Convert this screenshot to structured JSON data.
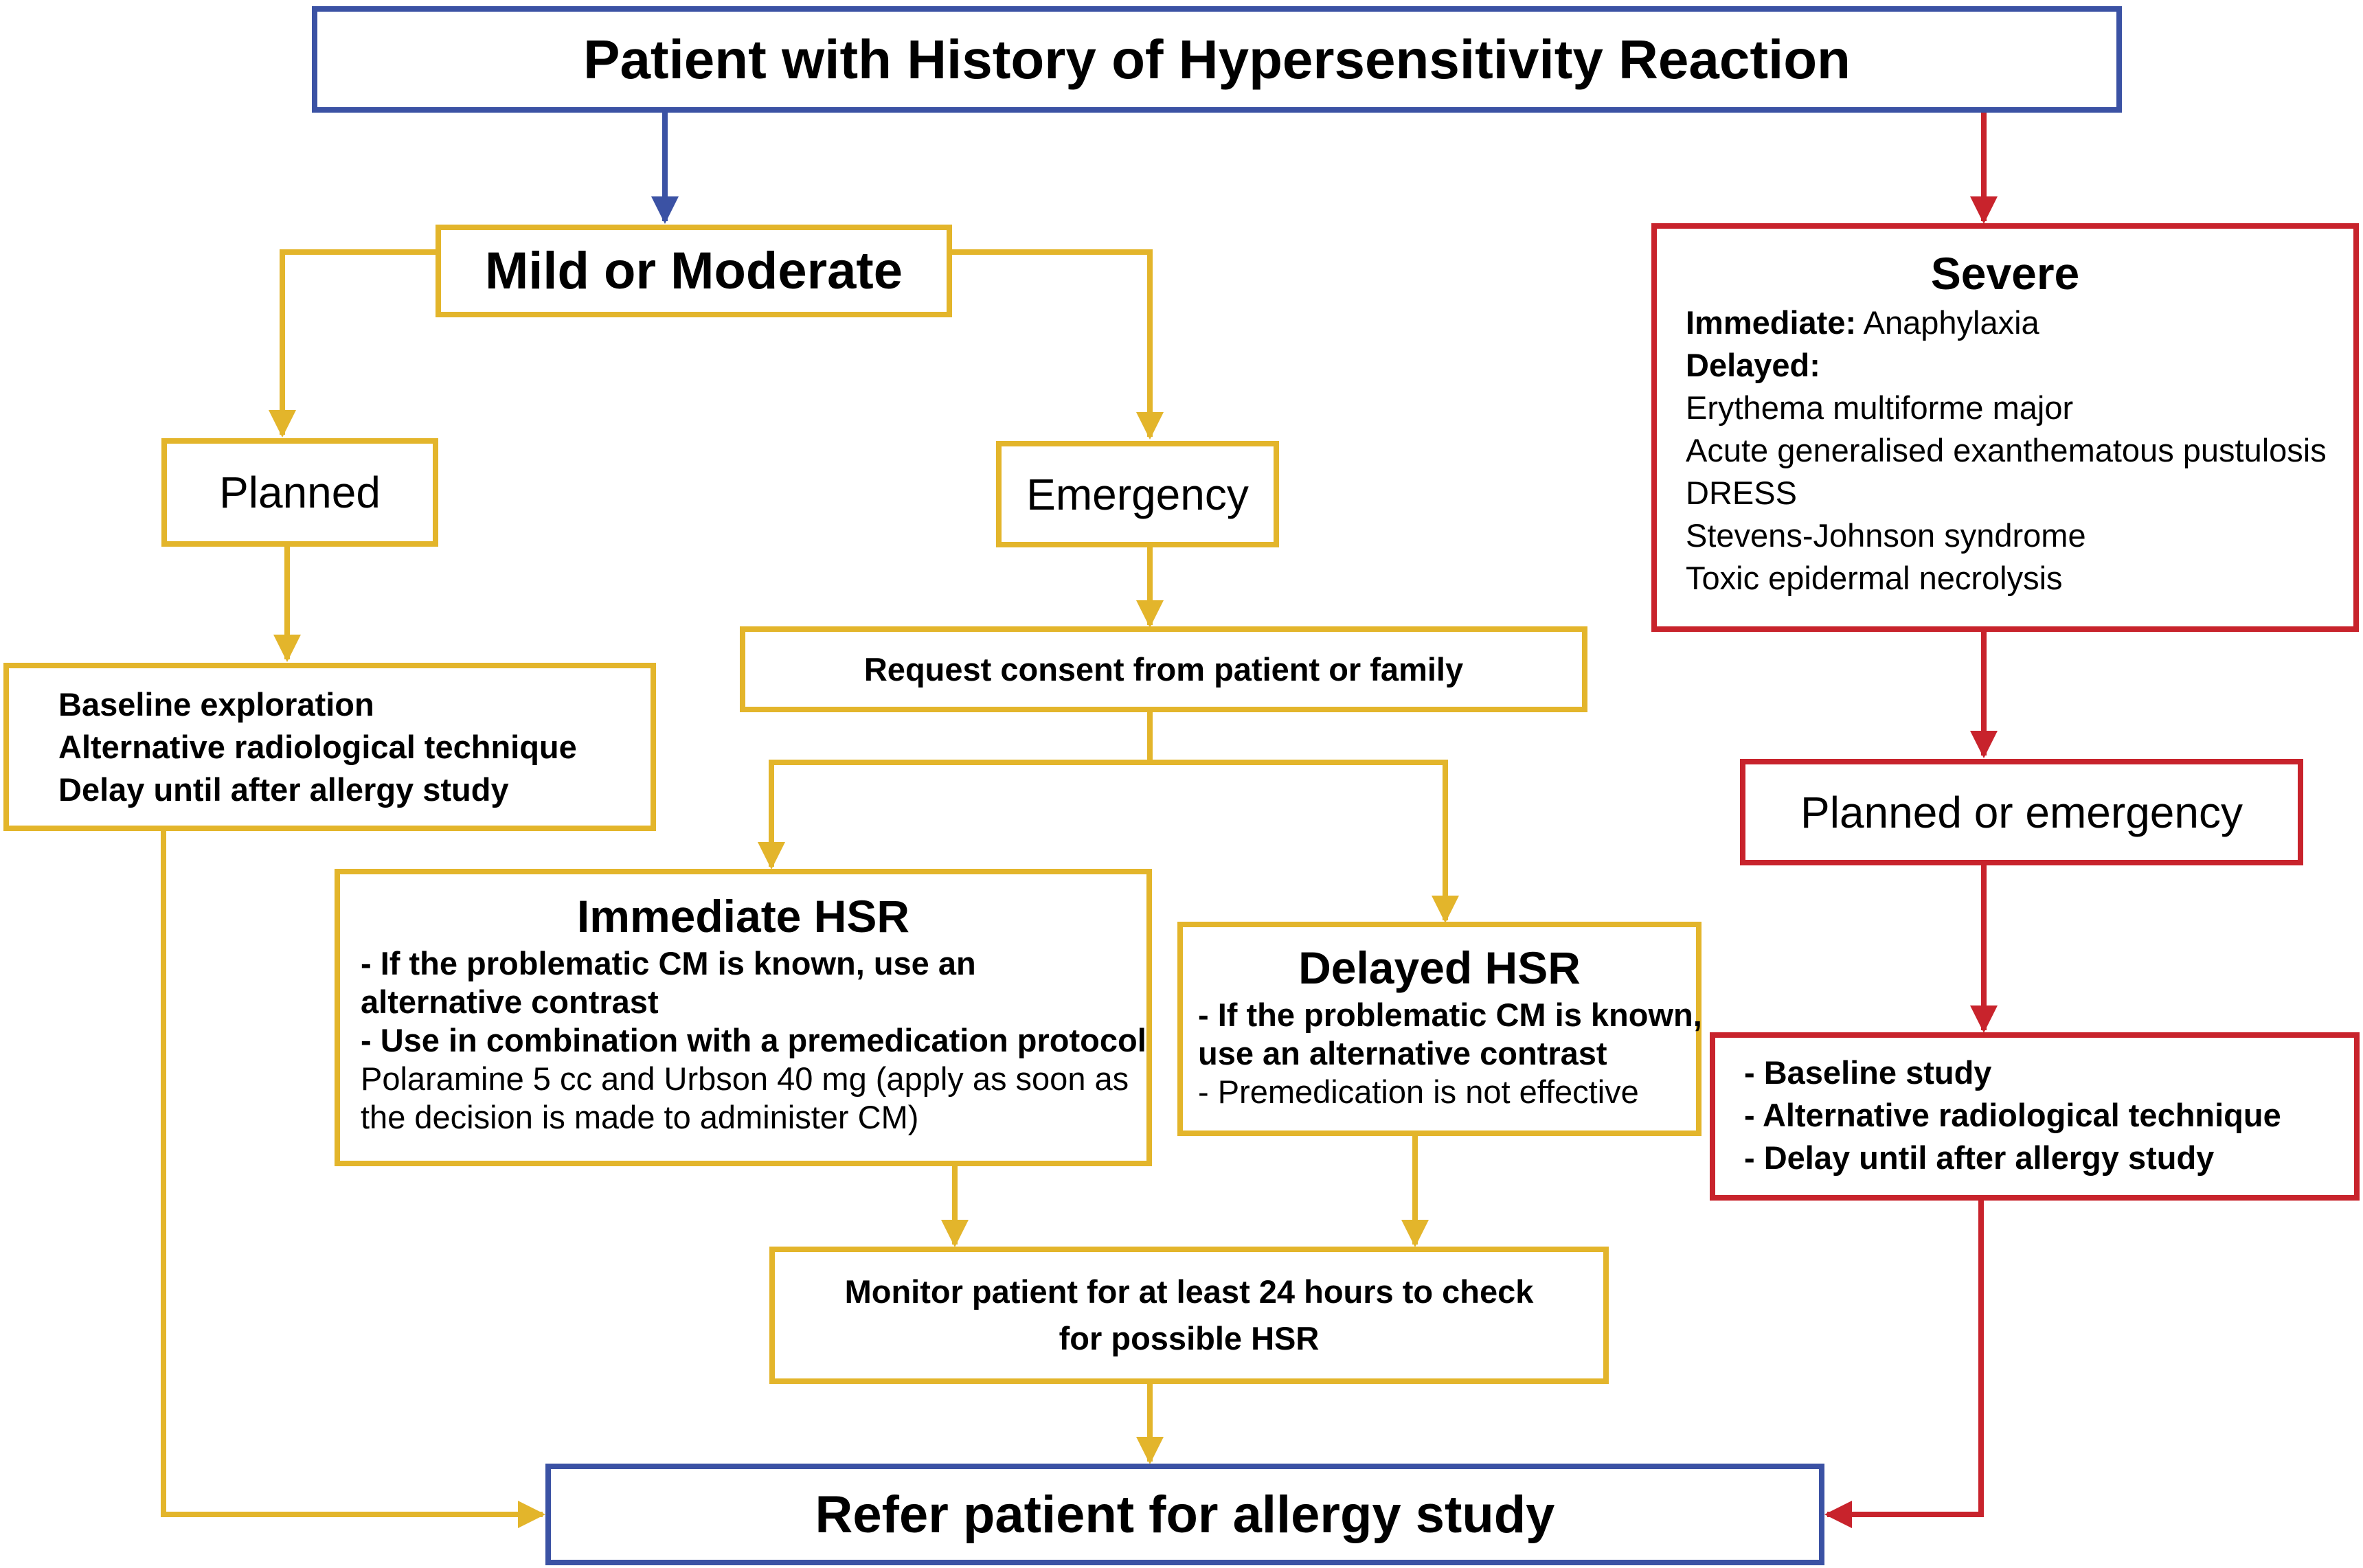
{
  "title": "Patient with History of Hypersensitivity Reaction",
  "mild": {
    "label": "Mild or Moderate",
    "planned": {
      "label": "Planned",
      "actions": [
        "Baseline exploration",
        "Alternative radiological technique",
        "Delay until after allergy study"
      ]
    },
    "emergency": {
      "label": "Emergency",
      "consent": "Request consent from patient or family",
      "immediate": {
        "title": "Immediate HSR",
        "bullet1_a": "-  If the problematic CM is known, use an",
        "bullet1_b": "alternative contrast",
        "bullet2": "-  Use in combination with a premedication protocol",
        "note_a": "Polaramine 5 cc and Urbson 40 mg (apply as soon as",
        "note_b": "the decision is made to administer CM)"
      },
      "delayed": {
        "title": "Delayed HSR",
        "bullet1_a": "-  If the problematic CM is known,",
        "bullet1_b": "use an alternative contrast",
        "bullet2": "-  Premedication is not effective"
      },
      "monitor_a": "Monitor patient for at least 24 hours to check",
      "monitor_b": "for possible HSR"
    }
  },
  "severe": {
    "title": "Severe",
    "immediate_label": "Immediate:",
    "immediate_value": "Anaphylaxia",
    "delayed_label": "Delayed:",
    "delayed_items": [
      "Erythema multiforme major",
      "Acute generalised exanthematous pustulosis",
      "DRESS",
      "Stevens-Johnson syndrome",
      "Toxic epidermal necrolysis"
    ],
    "planned_or_emergency": "Planned or emergency",
    "actions": [
      "- Baseline study",
      "- Alternative radiological technique",
      "- Delay until after allergy study"
    ]
  },
  "refer": "Refer patient for allergy study",
  "colors": {
    "blue": "#3b52a4",
    "gold": "#e3b52b",
    "red": "#c8232c"
  }
}
